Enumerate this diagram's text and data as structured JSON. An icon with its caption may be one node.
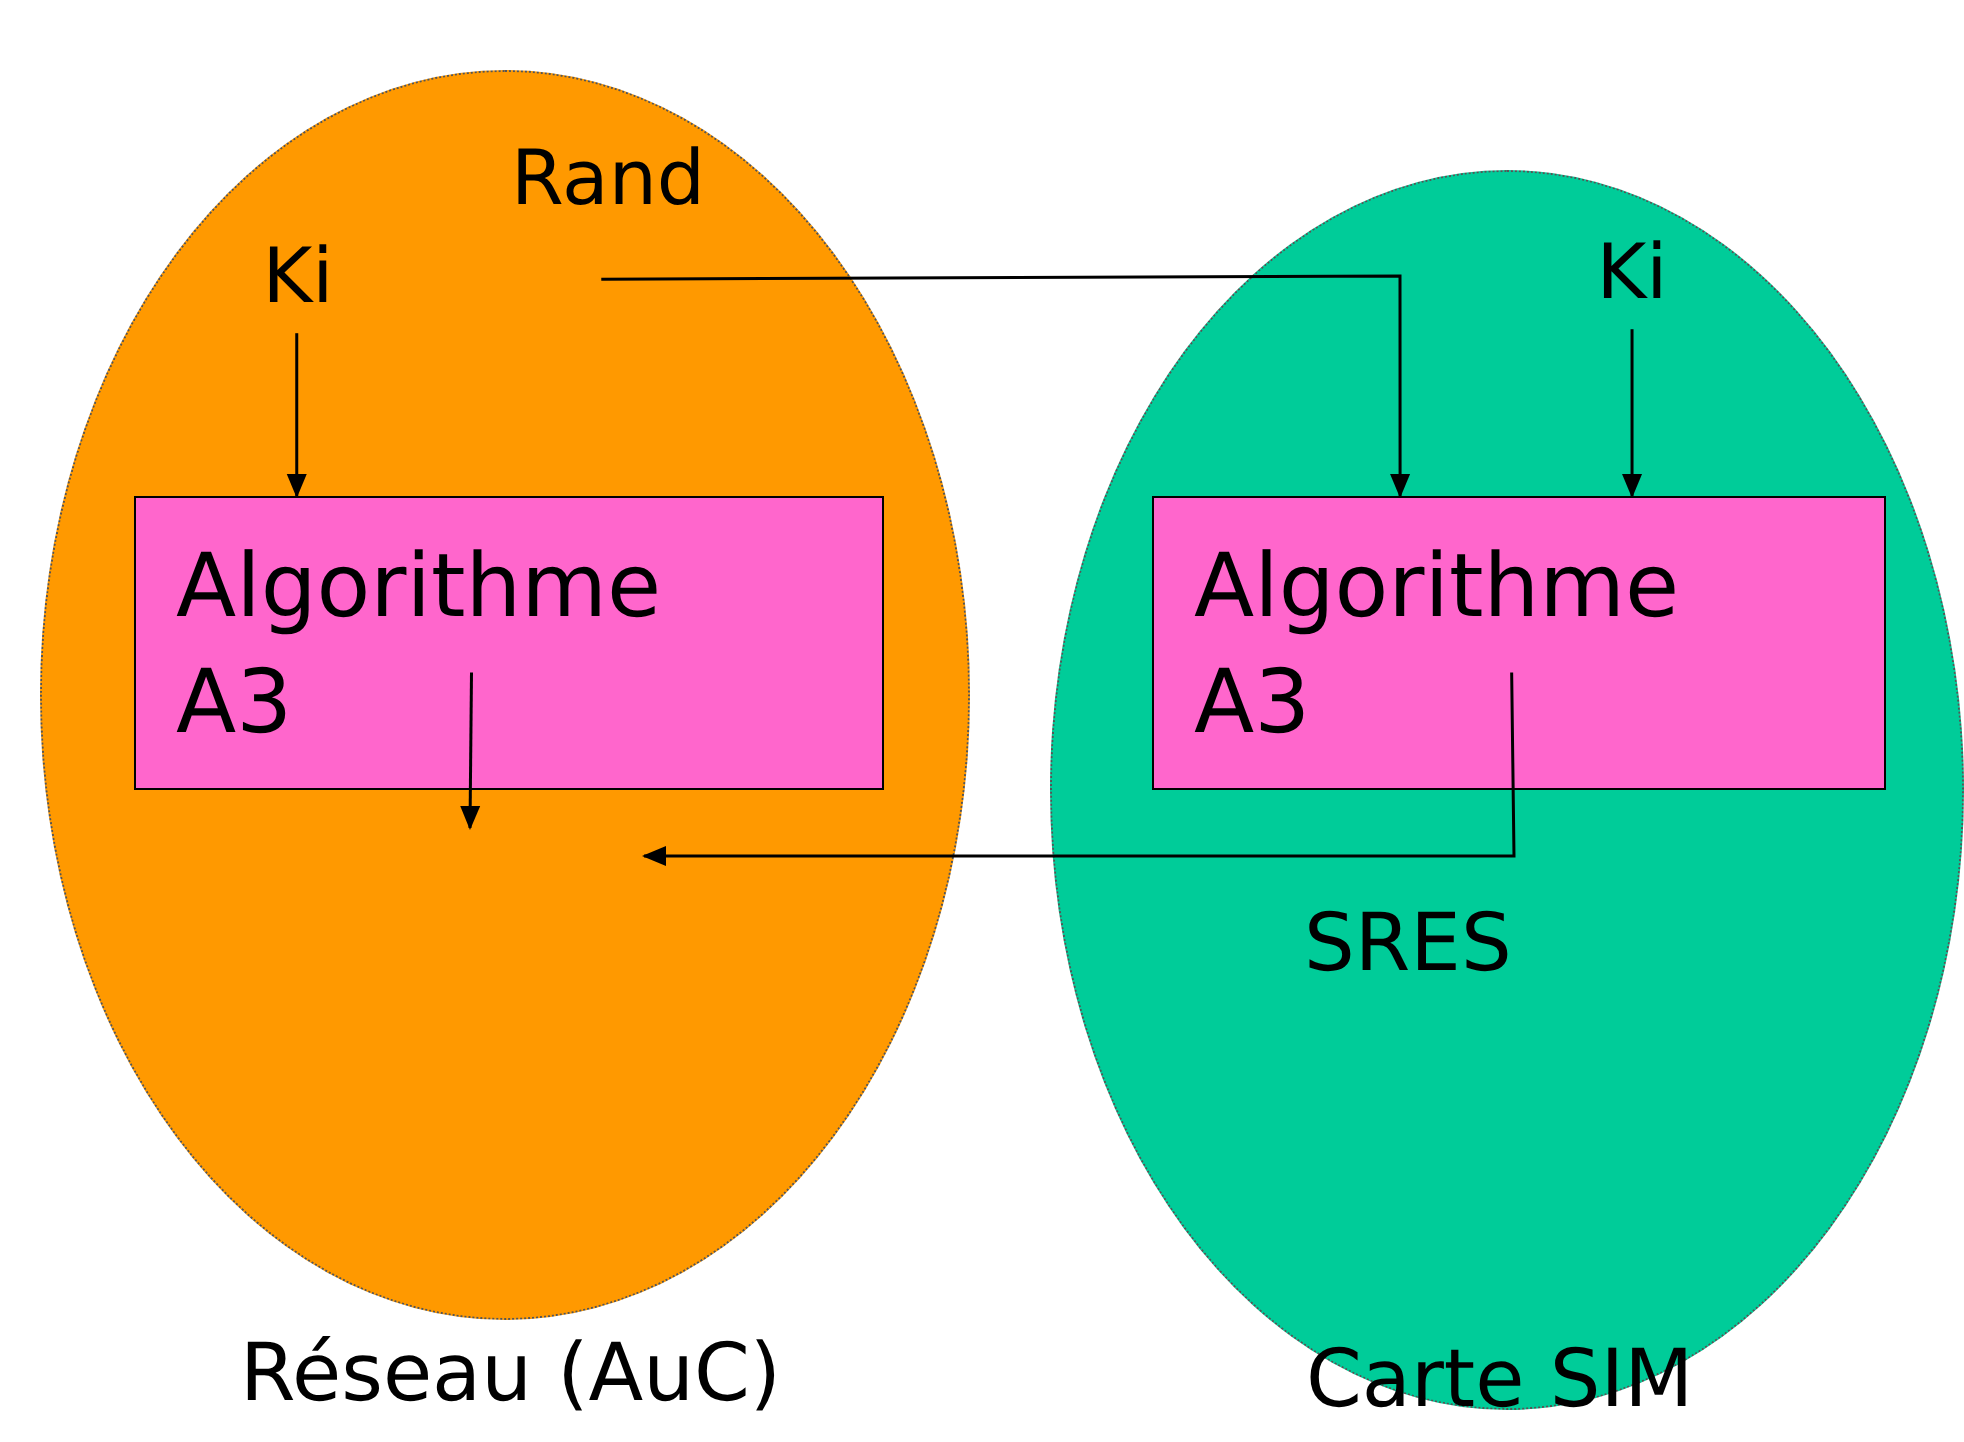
{
  "diagram": {
    "nodes": [
      {
        "text": [
          "Réseau (AuC)"
        ]
      },
      {
        "text": [
          "Ki"
        ],
        "in": 0
      },
      {
        "text": [
          "Rand"
        ],
        "in": 0
      },
      {
        "text": [
          "Algorithme A3"
        ],
        "in": 0
      },
      {
        "text": [
          "Carte SIM"
        ]
      },
      {
        "text": [
          "Ki"
        ],
        "in": 4
      },
      {
        "text": [
          "Algorithme A3"
        ],
        "in": 4
      }
    ],
    "edges": [
      {
        "from": 1,
        "to": 3,
        "arrow": "to"
      },
      {
        "from": 2,
        "to": 6,
        "arrow": "to"
      },
      {
        "from": 5,
        "to": 6,
        "arrow": "to"
      },
      {
        "from": 3,
        "to": null,
        "arrow": "to"
      },
      {
        "from": 6,
        "to": null,
        "arrow": "to",
        "label": "SRES"
      }
    ]
  }
}
